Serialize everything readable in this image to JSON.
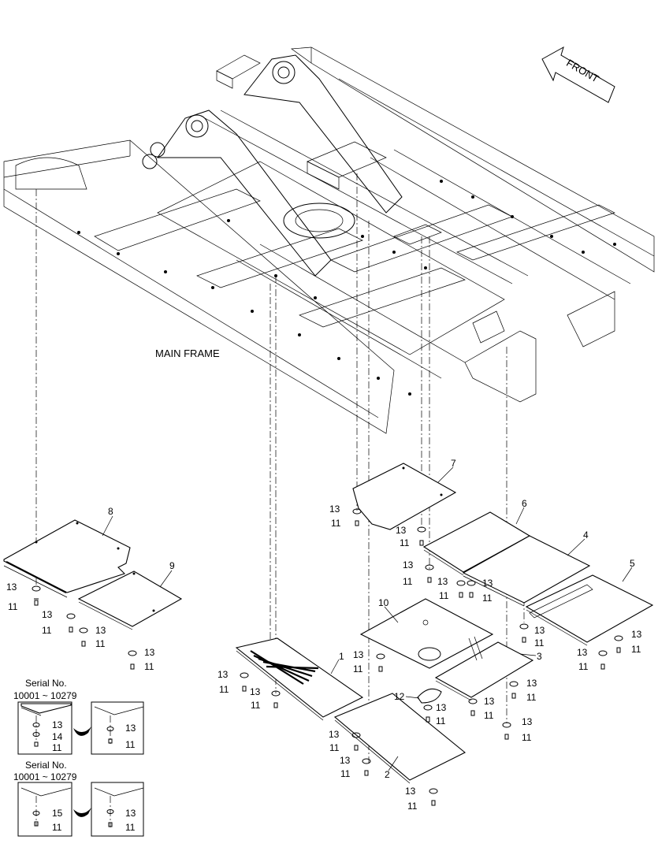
{
  "diagram": {
    "main_frame_label": "MAIN FRAME",
    "front_arrow_label": "FRONT",
    "part_labels": [
      "1",
      "2",
      "3",
      "4",
      "5",
      "6",
      "7",
      "8",
      "9",
      "10",
      "12"
    ],
    "fastener_labels": {
      "washer": "13",
      "bolt": "11",
      "spacer_a": "14",
      "spacer_b": "15"
    },
    "insets": [
      {
        "serial_title": "Serial No.",
        "serial_range": "10001 ~ 10279",
        "before": [
          "13",
          "14",
          "11"
        ],
        "after": [
          "13",
          "11"
        ]
      },
      {
        "serial_title": "Serial No.",
        "serial_range": "10001 ~ 10279",
        "before": [
          "15",
          "11"
        ],
        "after": [
          "13",
          "11"
        ]
      }
    ]
  }
}
